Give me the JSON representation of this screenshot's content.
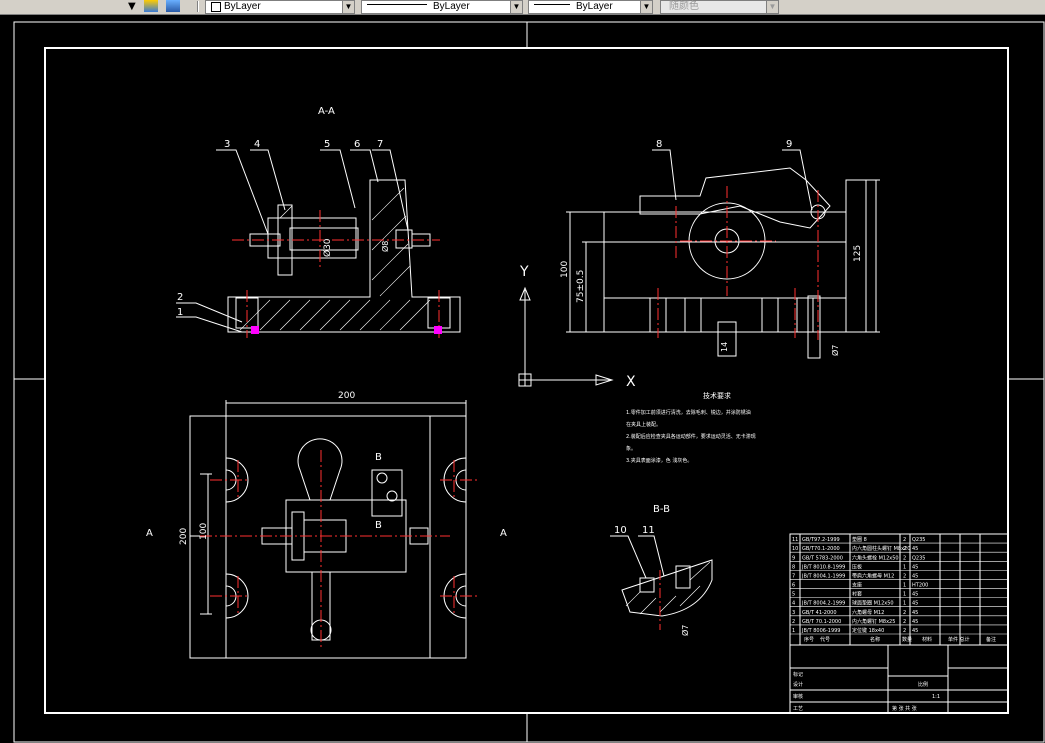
{
  "toolbar": {
    "layer_color": "ByLayer",
    "linetype": "ByLayer",
    "lineweight": "ByLayer",
    "plot_style": "随颜色"
  },
  "drawing": {
    "section_aa": "A-A",
    "section_bb": "B-B",
    "label_a_left": "A",
    "label_a_right": "A",
    "label_b_top": "B",
    "label_b_bottom": "B",
    "axis_y": "Y",
    "axis_x": "X",
    "callouts": [
      "1",
      "2",
      "3",
      "4",
      "5",
      "6",
      "7",
      "8",
      "9",
      "10",
      "11"
    ],
    "dim_200_h": "200",
    "dim_200_v": "200",
    "dim_100_left": "100",
    "dim_100_right": "100",
    "dim_75": "75±0.5",
    "dim_125": "125",
    "dim_phi30": "Ø30",
    "dim_phi8": "Ø8",
    "dim_14": "14",
    "dim_phi7_right": "Ø7",
    "dim_phi7_bb": "Ø7",
    "tech_title": "技术要求",
    "tech_notes": [
      "1.零件加工前须进行清洗，去除毛刺、锐边，并涂防锈油",
      "在夹具上装配。",
      "2.装配后应检查夹具各运动部件，要求运动灵活、无卡滞现",
      "象。",
      "3.夹具表面涂漆，色 浅灰色。"
    ]
  },
  "title_block": {
    "bom": [
      {
        "no": "11",
        "std": "GB/T97.2-1999",
        "name": "垫圈 8",
        "qty": "2",
        "mat": "Q235"
      },
      {
        "no": "10",
        "std": "GB/T70.1-2000",
        "name": "内六角圆柱头螺钉 M8x20",
        "qty": "2",
        "mat": "45"
      },
      {
        "no": "9",
        "std": "GB/T 5783-2000",
        "name": "六角头螺栓 M12x50",
        "qty": "2",
        "mat": "Q235"
      },
      {
        "no": "8",
        "std": "JB/T 8010.8-1999",
        "name": "压板",
        "qty": "1",
        "mat": "45"
      },
      {
        "no": "7",
        "std": "JB/T 8004.1-1999",
        "name": "带肩六角螺母 M12",
        "qty": "2",
        "mat": "45"
      },
      {
        "no": "6",
        "std": "",
        "name": "支座",
        "qty": "1",
        "mat": "HT200"
      },
      {
        "no": "5",
        "std": "",
        "name": "衬套",
        "qty": "1",
        "mat": "45"
      },
      {
        "no": "4",
        "std": "JB/T 8004.2-1999",
        "name": "球面垫圈 M12x50",
        "qty": "1",
        "mat": "45"
      },
      {
        "no": "3",
        "std": "GB/T 41-2000",
        "name": "六角螺母 M12",
        "qty": "2",
        "mat": "45"
      },
      {
        "no": "2",
        "std": "GB/T 70.1-2000",
        "name": "内六角螺钉 M8x25",
        "qty": "2",
        "mat": "45"
      },
      {
        "no": "1",
        "std": "JB/T 8006-1999",
        "name": "定位键 18x40",
        "qty": "2",
        "mat": "45"
      }
    ],
    "header": {
      "col_no": "序号",
      "col_code": "代号",
      "col_name": "名称",
      "col_qty": "数量",
      "col_mat": "材料",
      "col_wt": "单件 总计",
      "col_note": "备注"
    },
    "sign_rows": [
      "标记",
      "设计",
      "审核",
      "工艺"
    ],
    "scale_label": "比例",
    "scale_value": "1:1",
    "sheet_label": "第 张 共 张"
  },
  "colors": {
    "white": "#ffffff",
    "red": "#ff3030",
    "magenta": "#ff00ff",
    "grey": "#c0c0c0"
  }
}
